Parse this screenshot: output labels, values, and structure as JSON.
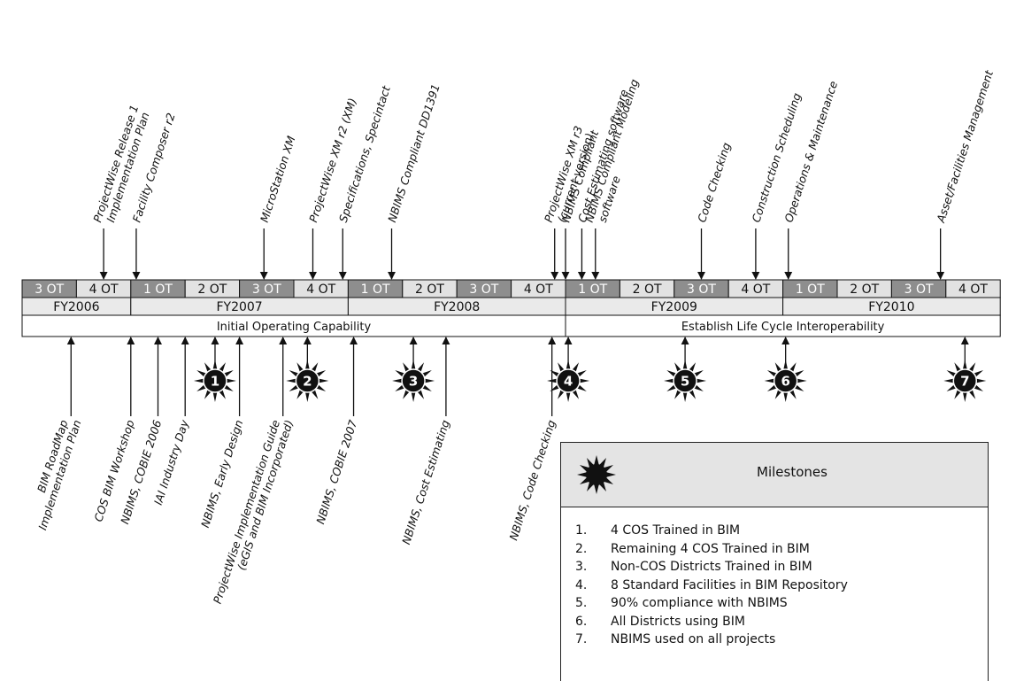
{
  "quarters": [
    "3 OT",
    "4 OT",
    "1 OT",
    "2 OT",
    "3 OT",
    "4 OT",
    "1 OT",
    "2 OT",
    "3 OT",
    "4 OT",
    "1 OT",
    "2 OT",
    "3 OT",
    "4 OT",
    "1 OT",
    "2 OT",
    "3 OT",
    "4 OT"
  ],
  "quarter_shading": [
    "dark",
    "light",
    "dark",
    "light",
    "dark",
    "light",
    "dark",
    "light",
    "dark",
    "light",
    "dark",
    "light",
    "dark",
    "light",
    "dark",
    "light",
    "dark",
    "light"
  ],
  "fiscal_years": [
    {
      "label": "FY2006",
      "span_quarters": 2
    },
    {
      "label": "FY2007",
      "span_quarters": 4
    },
    {
      "label": "FY2008",
      "span_quarters": 4
    },
    {
      "label": "FY2009",
      "span_quarters": 4
    },
    {
      "label": "FY2010",
      "span_quarters": 4
    }
  ],
  "phases": [
    {
      "label": "Initial Operating Capability",
      "span_quarters": 10
    },
    {
      "label": "Establish Life Cycle Interoperability",
      "span_quarters": 8
    }
  ],
  "top_events": [
    {
      "id": "projectwise-release-1",
      "q": 1.5,
      "lines": [
        "ProjectWise Release 1",
        "Implementation Plan"
      ]
    },
    {
      "id": "facility-composer-r2",
      "q": 2.1,
      "lines": [
        "Facility Composer r2"
      ]
    },
    {
      "id": "microstation-xm",
      "q": 4.45,
      "lines": [
        "MicroStation XM"
      ]
    },
    {
      "id": "projectwise-xm-r2",
      "q": 5.35,
      "lines": [
        "ProjectWise XM r2 (XM)"
      ]
    },
    {
      "id": "specifications-specintact",
      "q": 5.9,
      "lines": [
        "Specifications, Specintact"
      ]
    },
    {
      "id": "nbims-dd1391",
      "q": 6.8,
      "lines": [
        "NBIMS Compliant DD1391"
      ]
    },
    {
      "id": "projectwise-xm-r3",
      "q": 9.8,
      "lines": [
        "ProjectWise XM r3",
        "(current version)"
      ]
    },
    {
      "id": "nbims-compliant",
      "q": 10.0,
      "lines": [
        "NBIMS Compliant"
      ]
    },
    {
      "id": "cost-estimating-software",
      "q": 10.3,
      "lines": [
        "Cost Estimating software"
      ]
    },
    {
      "id": "nbims-modeling-software",
      "q": 10.55,
      "lines": [
        "NBIMS Compliant Modeling",
        "software"
      ]
    },
    {
      "id": "code-checking",
      "q": 12.5,
      "lines": [
        "Code Checking"
      ]
    },
    {
      "id": "construction-scheduling",
      "q": 13.5,
      "lines": [
        "Construction Scheduling"
      ]
    },
    {
      "id": "operations-maintenance",
      "q": 14.1,
      "lines": [
        "Operations & Maintenance"
      ]
    },
    {
      "id": "asset-facilities-management",
      "q": 16.9,
      "lines": [
        "Asset/Facilities Management"
      ]
    }
  ],
  "bottom_events": [
    {
      "id": "bim-roadmap",
      "q": 0.9,
      "lines": [
        "BIM RoadMap",
        "Implementation Plan"
      ]
    },
    {
      "id": "cos-bim-workshop",
      "q": 2.0,
      "lines": [
        "COS BIM Workshop"
      ]
    },
    {
      "id": "nbims-cobie-2006",
      "q": 2.5,
      "lines": [
        "NBIMS, COBIE 2006"
      ]
    },
    {
      "id": "iai-industry-day",
      "q": 3.0,
      "lines": [
        "IAI Industry Day"
      ]
    },
    {
      "id": "nbims-early-design",
      "q": 4.0,
      "lines": [
        "NBIMS, Early Design"
      ]
    },
    {
      "id": "projectwise-impl-guide",
      "q": 4.8,
      "lines": [
        "ProjectWise Implementation Guide",
        "(eGIS and BIM Incorporated)"
      ]
    },
    {
      "id": "nbims-cobie-2007",
      "q": 6.1,
      "lines": [
        "NBIMS, COBIE 2007"
      ]
    },
    {
      "id": "nbims-cost-estimating",
      "q": 7.8,
      "lines": [
        "NBIMS, Cost Estimating"
      ]
    },
    {
      "id": "nbims-code-checking",
      "q": 9.75,
      "lines": [
        "NBIMS, Code Checking"
      ]
    }
  ],
  "milestones": [
    {
      "number": "1",
      "q": 3.55
    },
    {
      "number": "2",
      "q": 5.25
    },
    {
      "number": "3",
      "q": 7.2
    },
    {
      "number": "4",
      "q": 10.05
    },
    {
      "number": "5",
      "q": 12.2
    },
    {
      "number": "6",
      "q": 14.05
    },
    {
      "number": "7",
      "q": 17.35
    }
  ],
  "legend": {
    "title": "Milestones",
    "items": [
      {
        "num": "1.",
        "text": "4 COS Trained in BIM"
      },
      {
        "num": "2.",
        "text": "Remaining 4 COS Trained in BIM"
      },
      {
        "num": "3.",
        "text": "Non-COS Districts Trained in BIM"
      },
      {
        "num": "4.",
        "text": "8 Standard Facilities in BIM Repository"
      },
      {
        "num": "5.",
        "text": "90% compliance with NBIMS"
      },
      {
        "num": "6.",
        "text": "All Districts using BIM"
      },
      {
        "num": "7.",
        "text": "NBIMS used on all projects"
      }
    ]
  },
  "colors": {
    "dark_quarter": "#8e8e8e",
    "light_quarter": "#e2e2e2",
    "row_fill": "#eaeaea",
    "ink": "#111111"
  }
}
